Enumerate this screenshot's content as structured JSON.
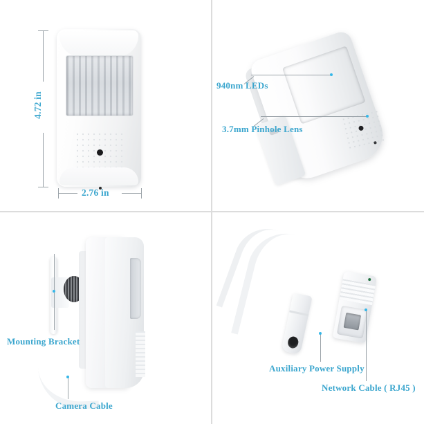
{
  "product": {
    "type": "pir-motion-sensor-hidden-camera",
    "view_count": 4
  },
  "panels": {
    "top_left": {
      "name": "front-view-with-dimensions",
      "dimensions": {
        "height_label": "4.72 in",
        "width_label": "2.76 in"
      }
    },
    "top_right": {
      "name": "angled-view-with-callouts",
      "callouts": [
        {
          "label": "940nm LEDs"
        },
        {
          "label": "3.7mm Pinhole Lens"
        }
      ]
    },
    "bottom_left": {
      "name": "side-view-with-callouts",
      "callouts": [
        {
          "label": "Mounting Bracket"
        },
        {
          "label": "Camera Cable"
        }
      ]
    },
    "bottom_right": {
      "name": "cable-connectors-with-callouts",
      "callouts": [
        {
          "label": "Auxiliary Power Supply"
        },
        {
          "label": "Network Cable ( RJ45 )"
        }
      ]
    }
  },
  "colors": {
    "background": "#ffffff",
    "label_text": "#3ba6ce",
    "leader_line": "#9aa2a8",
    "anchor_dot": "#35b7e8",
    "panel_divider": "#dcdcdc",
    "device_body": "#f2f3f5"
  }
}
